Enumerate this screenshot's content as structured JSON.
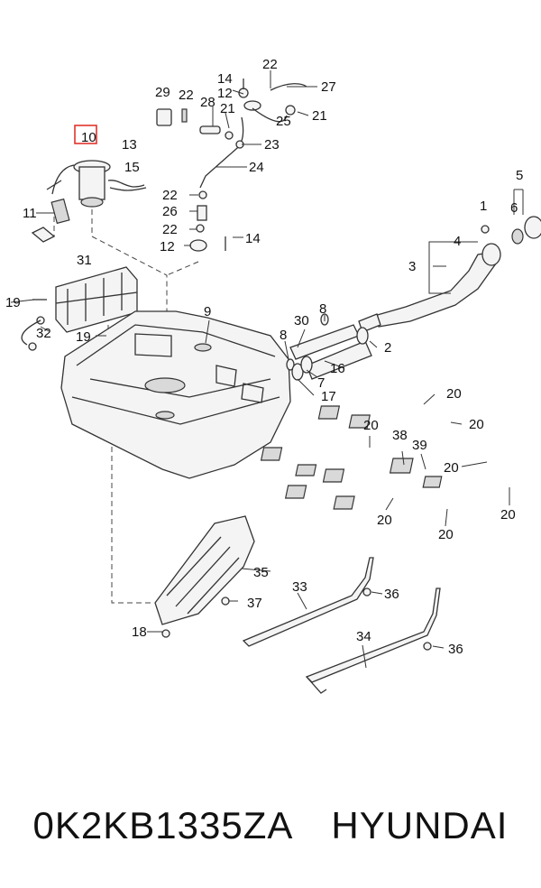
{
  "diagram": {
    "callouts": [
      "10",
      "13",
      "15",
      "11",
      "29",
      "22",
      "28",
      "21",
      "14",
      "12",
      "22",
      "27",
      "25",
      "21",
      "23",
      "24",
      "22",
      "26",
      "22",
      "12",
      "14",
      "1",
      "5",
      "6",
      "4",
      "3",
      "31",
      "19",
      "32",
      "19",
      "9",
      "30",
      "8",
      "8",
      "2",
      "16",
      "7",
      "17",
      "20",
      "20",
      "38",
      "39",
      "20",
      "20",
      "20",
      "20",
      "20",
      "35",
      "37",
      "33",
      "36",
      "18",
      "34",
      "36"
    ],
    "highlighted_callout": "10",
    "highlight_color": "#e0342c"
  },
  "caption": {
    "part_number": "0K2KB1335ZA",
    "brand": "HYUNDAI"
  }
}
